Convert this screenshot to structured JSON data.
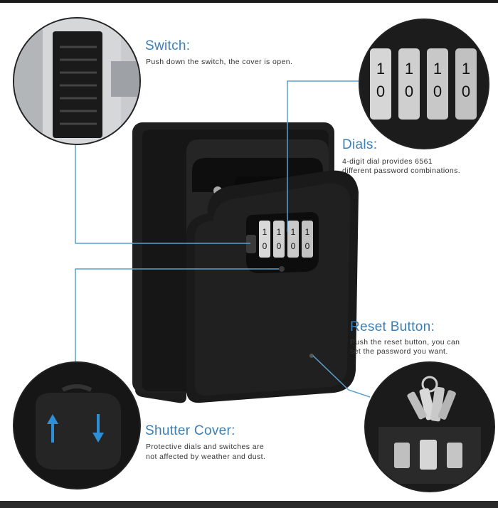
{
  "callouts": {
    "switch": {
      "title": "Switch:",
      "desc": [
        "Push down the switch, the cover is open."
      ]
    },
    "dials": {
      "title": "Dials:",
      "desc": [
        "4-digit dial provides 6561",
        "different password combinations."
      ]
    },
    "reset": {
      "title": "Reset Button:",
      "desc": [
        "Push the reset button, you can",
        "set the password you want."
      ]
    },
    "shutter": {
      "title": "Shutter Cover:",
      "desc": [
        "Protective dials and switches are",
        "not affected by weather and dust."
      ]
    }
  },
  "dial_digits": {
    "top": [
      "1",
      "1",
      "1",
      "1"
    ],
    "bottom": [
      "0",
      "0",
      "0",
      "0"
    ]
  },
  "accent_color": "#3a7fb6",
  "icons": [
    "arrow-up-icon",
    "arrow-down-icon"
  ]
}
